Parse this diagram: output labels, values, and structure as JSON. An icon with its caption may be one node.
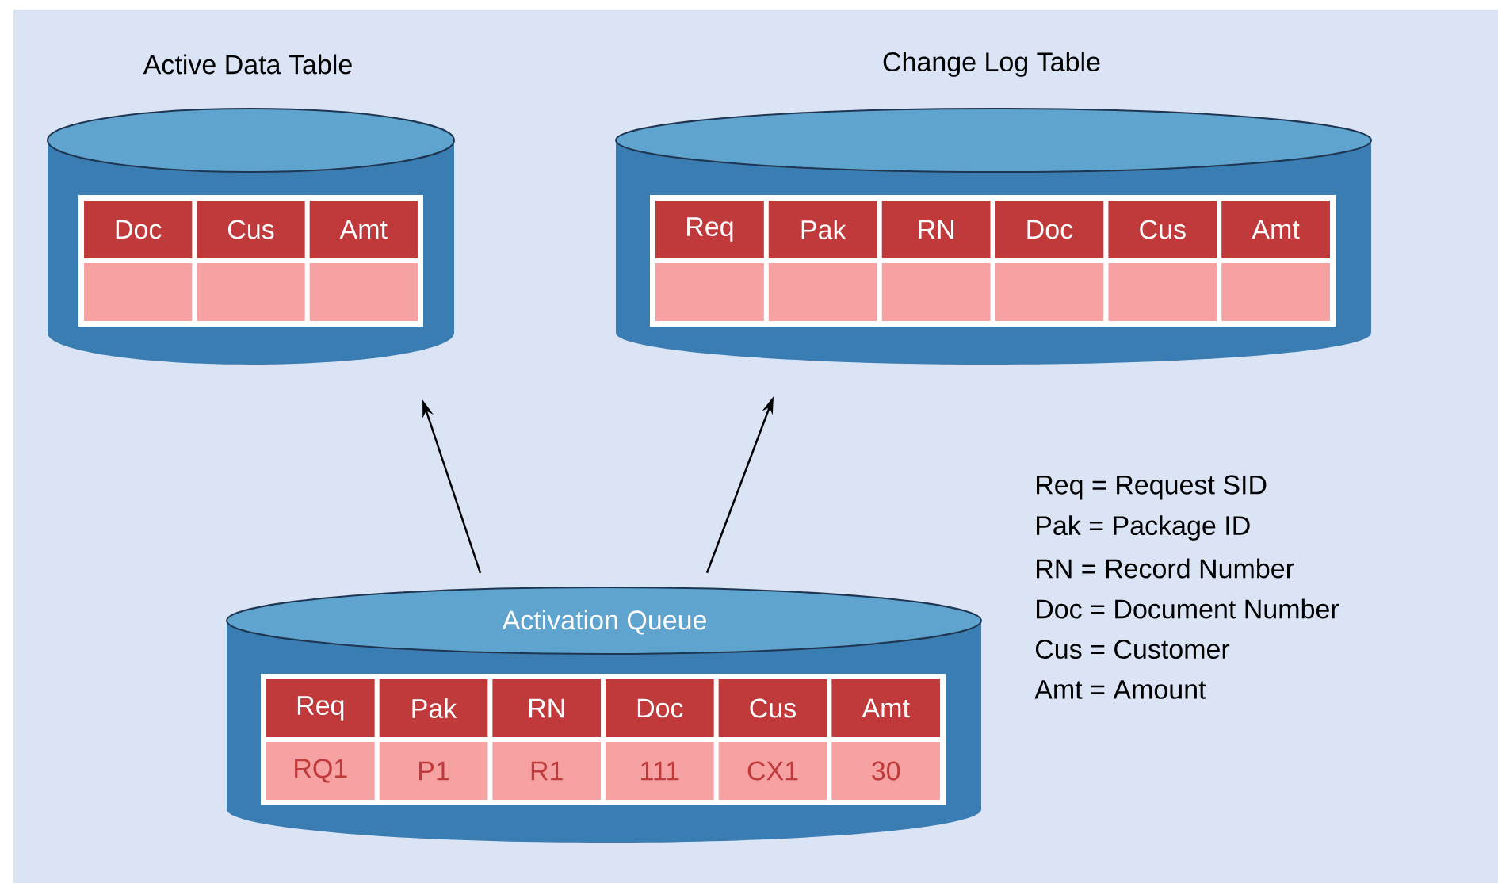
{
  "diagram": {
    "nodes": [
      {
        "text": [
          "Active Data Table"
        ]
      },
      {
        "text": [
          "Change Log Table"
        ]
      },
      {
        "text": [
          "Activation Queue"
        ]
      }
    ],
    "edges": [
      {
        "from": 2,
        "to": 0,
        "arrow": "to"
      },
      {
        "from": 2,
        "to": 1,
        "arrow": "to"
      }
    ],
    "labels": [
      "Doc",
      "Cus",
      "Amt",
      "Req",
      "Pak",
      "RN",
      "Doc",
      "Cus",
      "Amt",
      "Req = Request SID",
      "Pak = Package ID",
      "RN = Record Number",
      "Doc = Document Number",
      "Cus = Customer",
      "Amt = Amount",
      "Req",
      "Pak",
      "RN",
      "Doc",
      "Cus",
      "Amt",
      "RQ1",
      "P1",
      "R1",
      "111",
      "CX1",
      "30"
    ]
  }
}
